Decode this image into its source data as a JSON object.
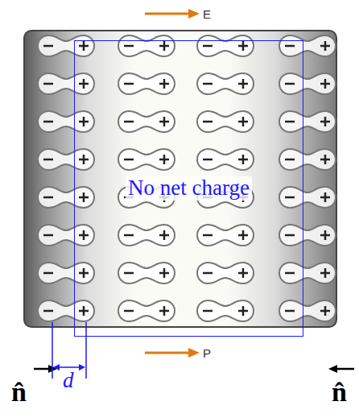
{
  "diagram": {
    "nodes": [
      {
        "text": [
          "No net charge"
        ]
      }
    ],
    "labels": [
      "E",
      "P",
      "n̂",
      "n̂",
      "d"
    ]
  }
}
